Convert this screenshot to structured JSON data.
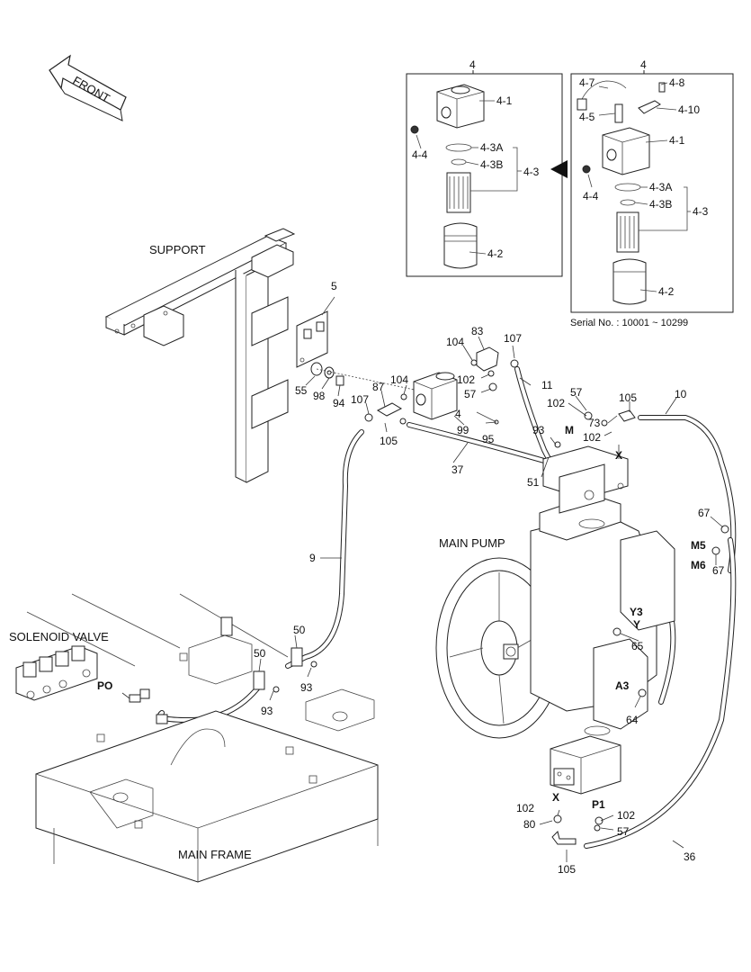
{
  "front_label": "FRONT",
  "section_labels": {
    "support": "SUPPORT",
    "solenoid_valve": "SOLENOID VALVE",
    "main_pump": "MAIN PUMP",
    "main_frame": "MAIN FRAME"
  },
  "inset_left": {
    "title": "4",
    "labels": {
      "p41": "4-1",
      "p44": "4-4",
      "p43a": "4-3A",
      "p43b": "4-3B",
      "p43": "4-3",
      "p42": "4-2"
    }
  },
  "inset_right": {
    "title": "4",
    "serial": "Serial No. : 10001 ~ 10299",
    "labels": {
      "p47": "4-7",
      "p48": "4-8",
      "p410": "4-10",
      "p45": "4-5",
      "p41": "4-1",
      "p44": "4-4",
      "p43a": "4-3A",
      "p43b": "4-3B",
      "p43": "4-3",
      "p42": "4-2"
    }
  },
  "part_numbers": {
    "n5": "5",
    "n55": "55",
    "n98": "98",
    "n94": "94",
    "n104a": "104",
    "n83": "83",
    "n107a": "107",
    "n102a": "102",
    "n57a": "57",
    "n11": "11",
    "n104b": "104",
    "n87": "87",
    "n107b": "107",
    "n4": "4",
    "n105a": "105",
    "n99": "99",
    "n95": "95",
    "n37": "37",
    "n93a": "93",
    "n51": "51",
    "n102b": "102",
    "n57b": "57",
    "n73": "73",
    "n102c": "102",
    "n105b": "105",
    "n10": "10",
    "n9": "9",
    "n67a": "67",
    "n67b": "67",
    "n65": "65",
    "n64": "64",
    "n50a": "50",
    "n50b": "50",
    "n93b": "93",
    "n93c": "93",
    "n102d": "102",
    "n80": "80",
    "n105c": "105",
    "n102e": "102",
    "n57c": "57",
    "n36": "36"
  },
  "port_labels": {
    "m": "M",
    "x_top": "X",
    "m5": "M5",
    "m6": "M6",
    "y3": "Y3",
    "y": "Y",
    "a3": "A3",
    "po": "PO",
    "x_bottom": "X",
    "p1": "P1"
  }
}
